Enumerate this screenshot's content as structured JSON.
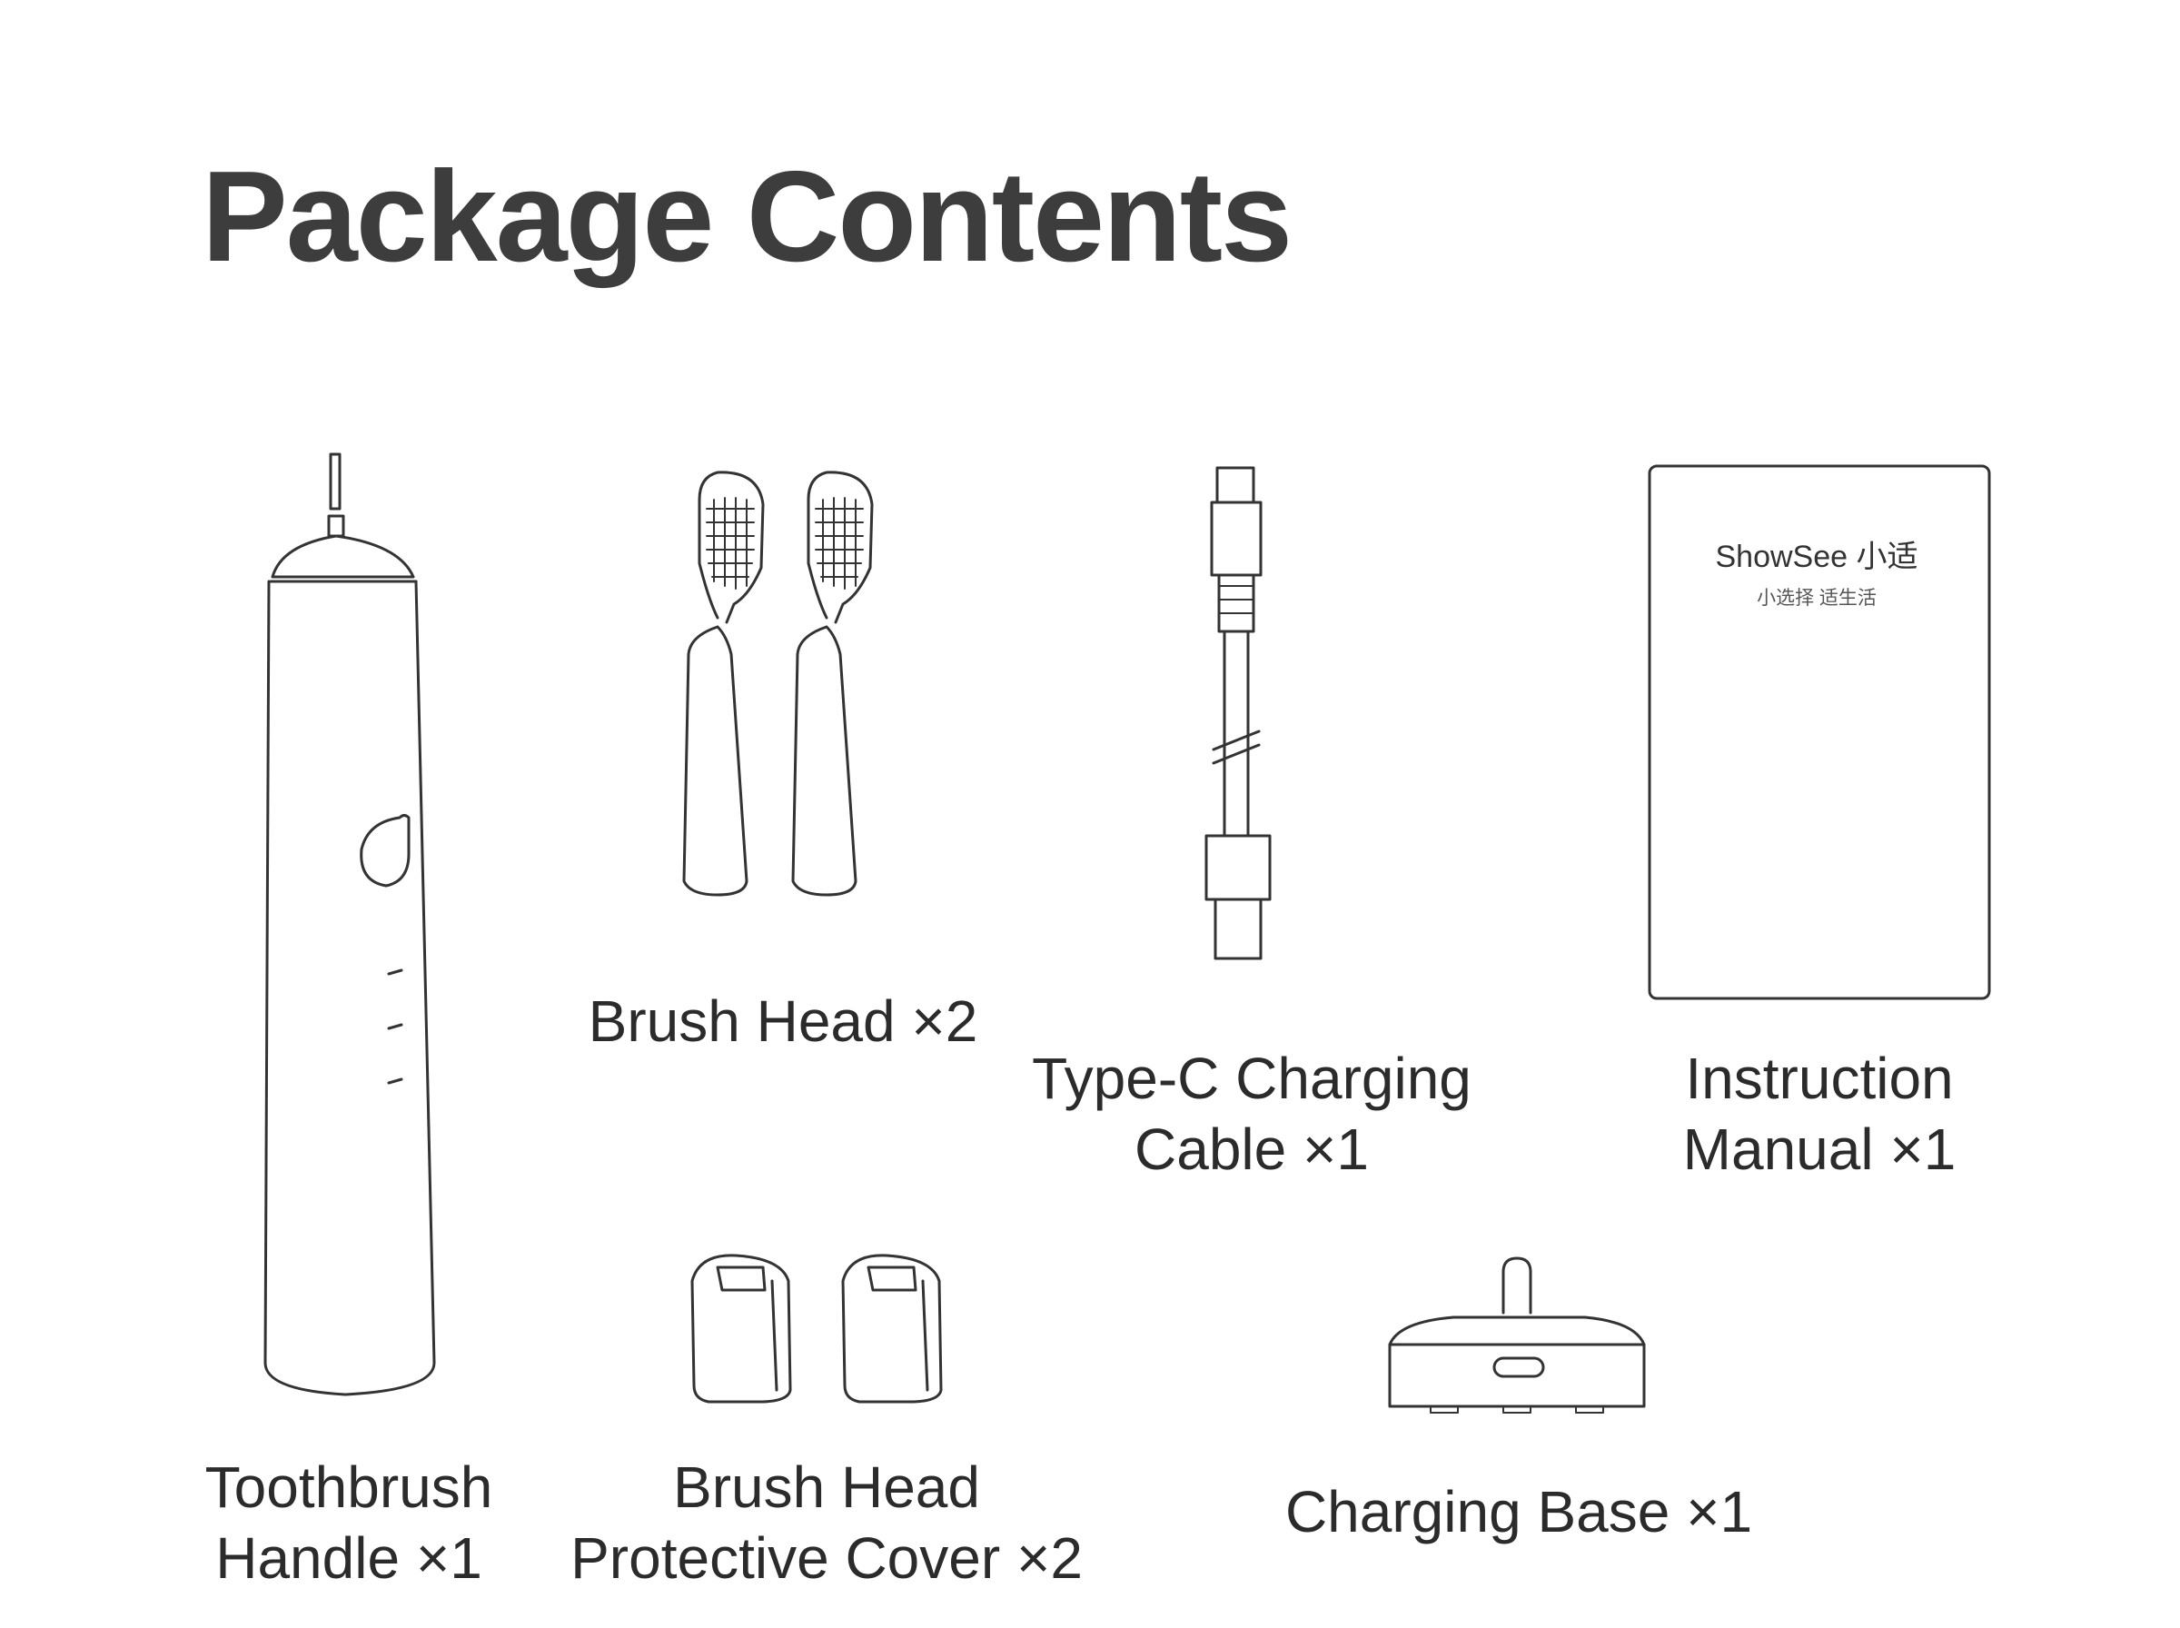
{
  "page": {
    "title": "Package Contents"
  },
  "items": [
    {
      "id": "handle",
      "line1": "Toothbrush",
      "line2": "Handle ×1",
      "icon": "toothbrush-handle-icon"
    },
    {
      "id": "brush-head",
      "line1": "Brush Head ×2",
      "line2": "",
      "icon": "brush-head-icon"
    },
    {
      "id": "cable",
      "line1": "Type-C Charging",
      "line2": "Cable ×1",
      "icon": "usb-cable-icon"
    },
    {
      "id": "manual",
      "line1": "Instruction",
      "line2": "Manual ×1",
      "icon": "manual-icon"
    },
    {
      "id": "cover",
      "line1": "Brush Head",
      "line2": "Protective Cover ×2",
      "icon": "protective-cover-icon"
    },
    {
      "id": "base",
      "line1": "Charging Base ×1",
      "line2": "",
      "icon": "charging-base-icon"
    }
  ],
  "manual_cover": {
    "brand": "ShowSee 小适",
    "slogan": "小选择 适生活"
  },
  "colors": {
    "title": "#3d3d3d",
    "stroke": "#333333",
    "background": "#ffffff"
  }
}
